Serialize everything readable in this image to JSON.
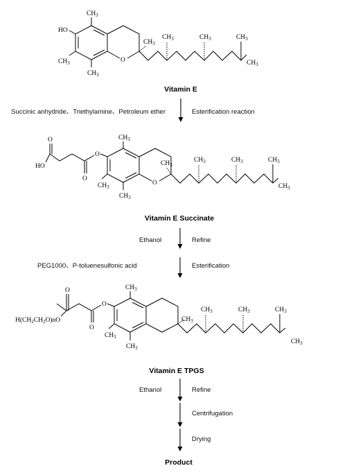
{
  "structures": {
    "vitamin_e": {
      "title": "Vitamin E",
      "atoms": {
        "ho": "HO",
        "o_ring": "O",
        "ch3_top": "CH3",
        "ch3_left": "CH3",
        "ch3_bottom": "CH3",
        "ch3_quat": "CH3",
        "ch3_b1": "CH3",
        "ch3_b2": "CH3",
        "ch3_t1": "CH3",
        "ch3_t2": "CH3"
      }
    },
    "succinate": {
      "title": "Vitamin E Succinate",
      "atoms": {
        "o_top": "O",
        "ho": "HO",
        "o_bottom": "O",
        "o_ester": "O",
        "o_ring": "O",
        "ch3_top": "CH3",
        "ch3_left": "CH3",
        "ch3_bottom": "CH3",
        "ch3_quat": "CH3",
        "ch3_b1": "CH3",
        "ch3_b2": "CH3",
        "ch3_t1": "CH3",
        "ch3_t2": "CH3"
      }
    },
    "tpgs": {
      "title": "Vitamin E TPGS",
      "atoms": {
        "peg": "H(CH2CH2O)nO",
        "o_top": "O",
        "o_bottom": "O",
        "o_ester": "O",
        "ch3_top": "CH3",
        "ch3_left": "CH3",
        "ch3_bottom": "CH3",
        "ch3_quat": "CH3",
        "ch3_b1": "CH3",
        "ch3_b2": "CH3",
        "ch3_t1": "CH3",
        "ch3_t2": "CH3"
      }
    }
  },
  "steps": {
    "step1": {
      "left": "Succinic anhydride、Triethylamine、Petroleum ether",
      "right": "Esterification reaction"
    },
    "step2": {
      "left": "Ethanol",
      "right": "Refine"
    },
    "step3": {
      "left": "PEG1000、P-toluenesulfonic acid",
      "right": "Esterification"
    },
    "step4": {
      "left": "Ethanol",
      "right": "Refine"
    },
    "step5": {
      "right": "Centrifugation"
    },
    "step6": {
      "right": "Drying"
    }
  },
  "product": "Product"
}
